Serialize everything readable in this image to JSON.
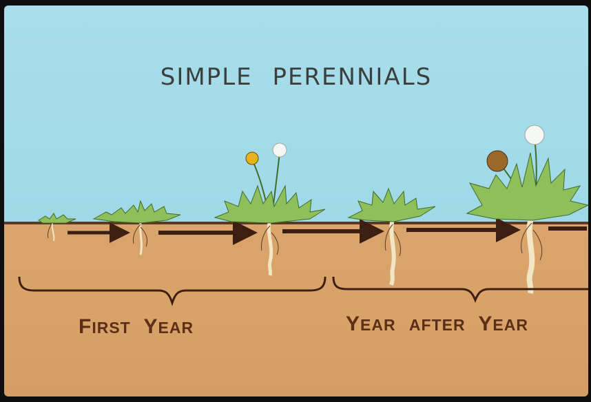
{
  "diagram": {
    "title": "SIMPLE PERENNIALS",
    "labels": {
      "first_year": {
        "initial": "F",
        "rest": "IRST",
        "word2_initial": "Y",
        "word2_rest": "EAR"
      },
      "year_after_year": {
        "initial": "Y",
        "rest": "EAR",
        "mid": "AFTER",
        "end_initial": "Y",
        "end_rest": "EAR"
      }
    },
    "colors": {
      "sky": "#a6dcea",
      "soil": "#d8a268",
      "ink": "#3d1f12",
      "leaf": "#8fbf5a",
      "leaf_dark": "#3f6b2b",
      "root": "#f2e6c4",
      "flower_yellow": "#e6b21c",
      "seedhead": "#f4f7f4"
    },
    "stages": [
      {
        "name": "seedling",
        "icon": "seedling-icon"
      },
      {
        "name": "young-rosette",
        "icon": "rosette-icon"
      },
      {
        "name": "flowering-plant",
        "icon": "dandelion-flower-icon"
      },
      {
        "name": "regrowth-rosette",
        "icon": "rosette-icon"
      },
      {
        "name": "mature-flowering-plant",
        "icon": "dandelion-flower-icon"
      }
    ]
  }
}
